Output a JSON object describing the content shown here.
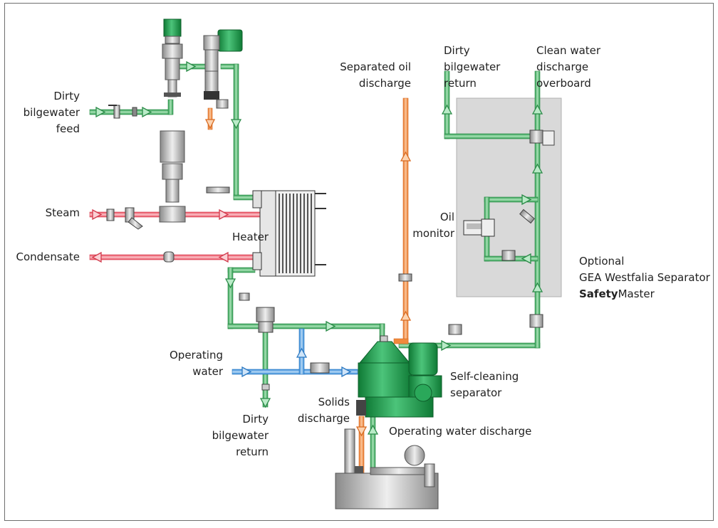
{
  "labels": {
    "dirty_feed": [
      "Dirty",
      "bilgewater",
      "feed"
    ],
    "steam": "Steam",
    "condensate": "Condensate",
    "heater": "Heater",
    "operating_water": [
      "Operating",
      "water"
    ],
    "dirty_return_bottom": [
      "Dirty",
      "bilgewater",
      "return"
    ],
    "solids_discharge": [
      "Solids",
      "discharge"
    ],
    "operating_water_discharge": "Operating water discharge",
    "self_cleaning_separator": [
      "Self-cleaning",
      "separator"
    ],
    "separated_oil_discharge": [
      "Separated oil",
      "discharge"
    ],
    "dirty_return_top": [
      "Dirty",
      "bilgewater",
      "return"
    ],
    "clean_water": [
      "Clean water",
      "discharge",
      "overboard"
    ],
    "oil_monitor": [
      "Oil",
      "monitor"
    ],
    "optional_line1": "Optional",
    "optional_line2": "GEA Westfalia Separator",
    "safetymaster_bold": "Safety",
    "safetymaster_rest": "Master"
  },
  "colors": {
    "green_pipe": "#3fae5e",
    "green_light": "#8fd6a0",
    "red_pipe": "#ef5a6a",
    "red_light": "#f9b7bf",
    "orange_pipe": "#f08a3c",
    "blue_pipe": "#4a9be0",
    "equipment_green": "#1e9a4a",
    "safetymaster_panel": "#d9d9d9",
    "gray_equipment": "#c8c8c8"
  }
}
